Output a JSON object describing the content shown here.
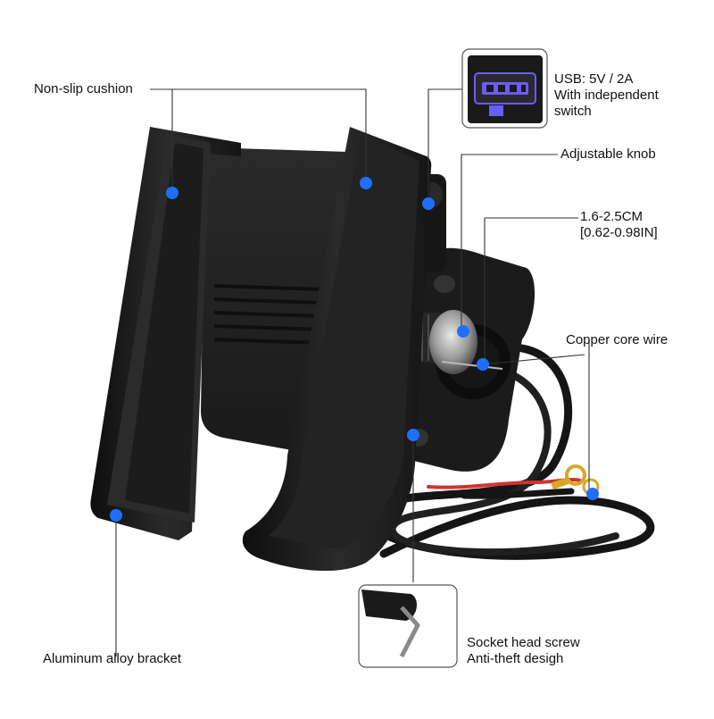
{
  "labels": {
    "non_slip": "Non-slip cushion",
    "usb": [
      "USB: 5V / 2A",
      "With independent",
      "switch"
    ],
    "knob": "Adjustable knob",
    "size": [
      "1.6-2.5CM",
      "[0.62-0.98IN]"
    ],
    "copper": "Copper core wire",
    "bracket": "Aluminum alloy bracket",
    "screw": [
      "Socket head screw",
      "Anti-theft desigh"
    ]
  },
  "colors": {
    "marker": "#1f6fff",
    "body": "#1c1c1c",
    "usb_glow": "#6b5cff",
    "wire_red": "#d0342c",
    "terminal": "#d9a62a"
  }
}
